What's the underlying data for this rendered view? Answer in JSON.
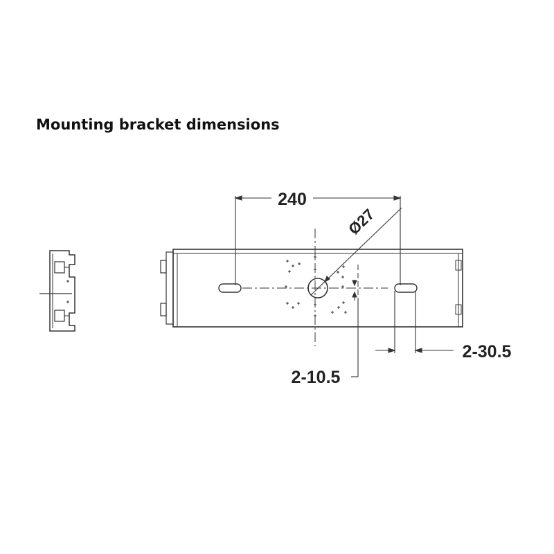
{
  "title": "Mounting bracket dimensions",
  "dimensions": {
    "width": "240",
    "hole_diameter": "Ø27",
    "slot_width": "2-10.5",
    "slot_length": "2-30.5"
  },
  "colors": {
    "line": "#333333",
    "text": "#222222",
    "background": "#ffffff"
  }
}
